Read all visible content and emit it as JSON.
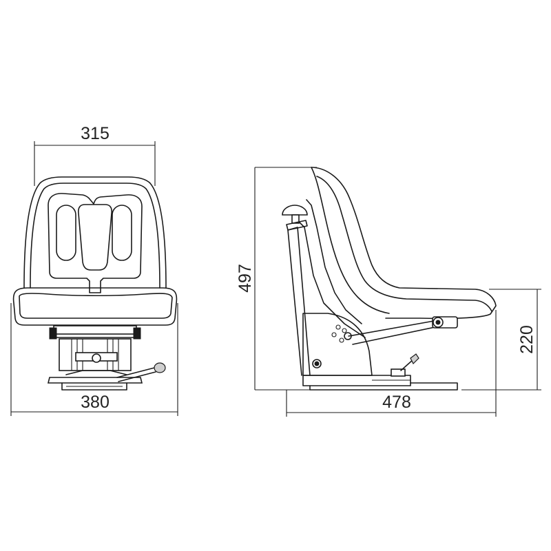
{
  "dimensions": {
    "front_width_top": "315",
    "front_width_bottom": "380",
    "side_height_total": "497",
    "side_height_seat": "220",
    "side_depth": "478"
  }
}
